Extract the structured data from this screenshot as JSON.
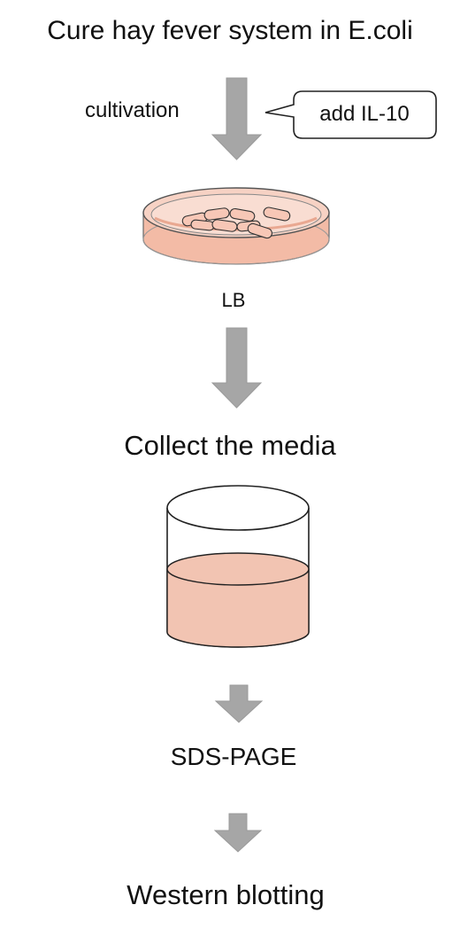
{
  "title": "Cure hay fever system in E.coli",
  "cultivation_label": "cultivation",
  "callout_label": "add IL-10",
  "plate_label": "LB",
  "collect_label": "Collect the media",
  "sds_label": "SDS-PAGE",
  "western_label": "Western blotting",
  "colors": {
    "arrow": "#a6a6a6",
    "media": "#f2c4b2",
    "plate_agar": "#f3bba6",
    "outline": "#222222"
  },
  "icons": [
    "arrow-down-icon",
    "petri-dish-icon",
    "ecoli-cell-icon",
    "beaker-icon",
    "speech-bubble-icon"
  ]
}
